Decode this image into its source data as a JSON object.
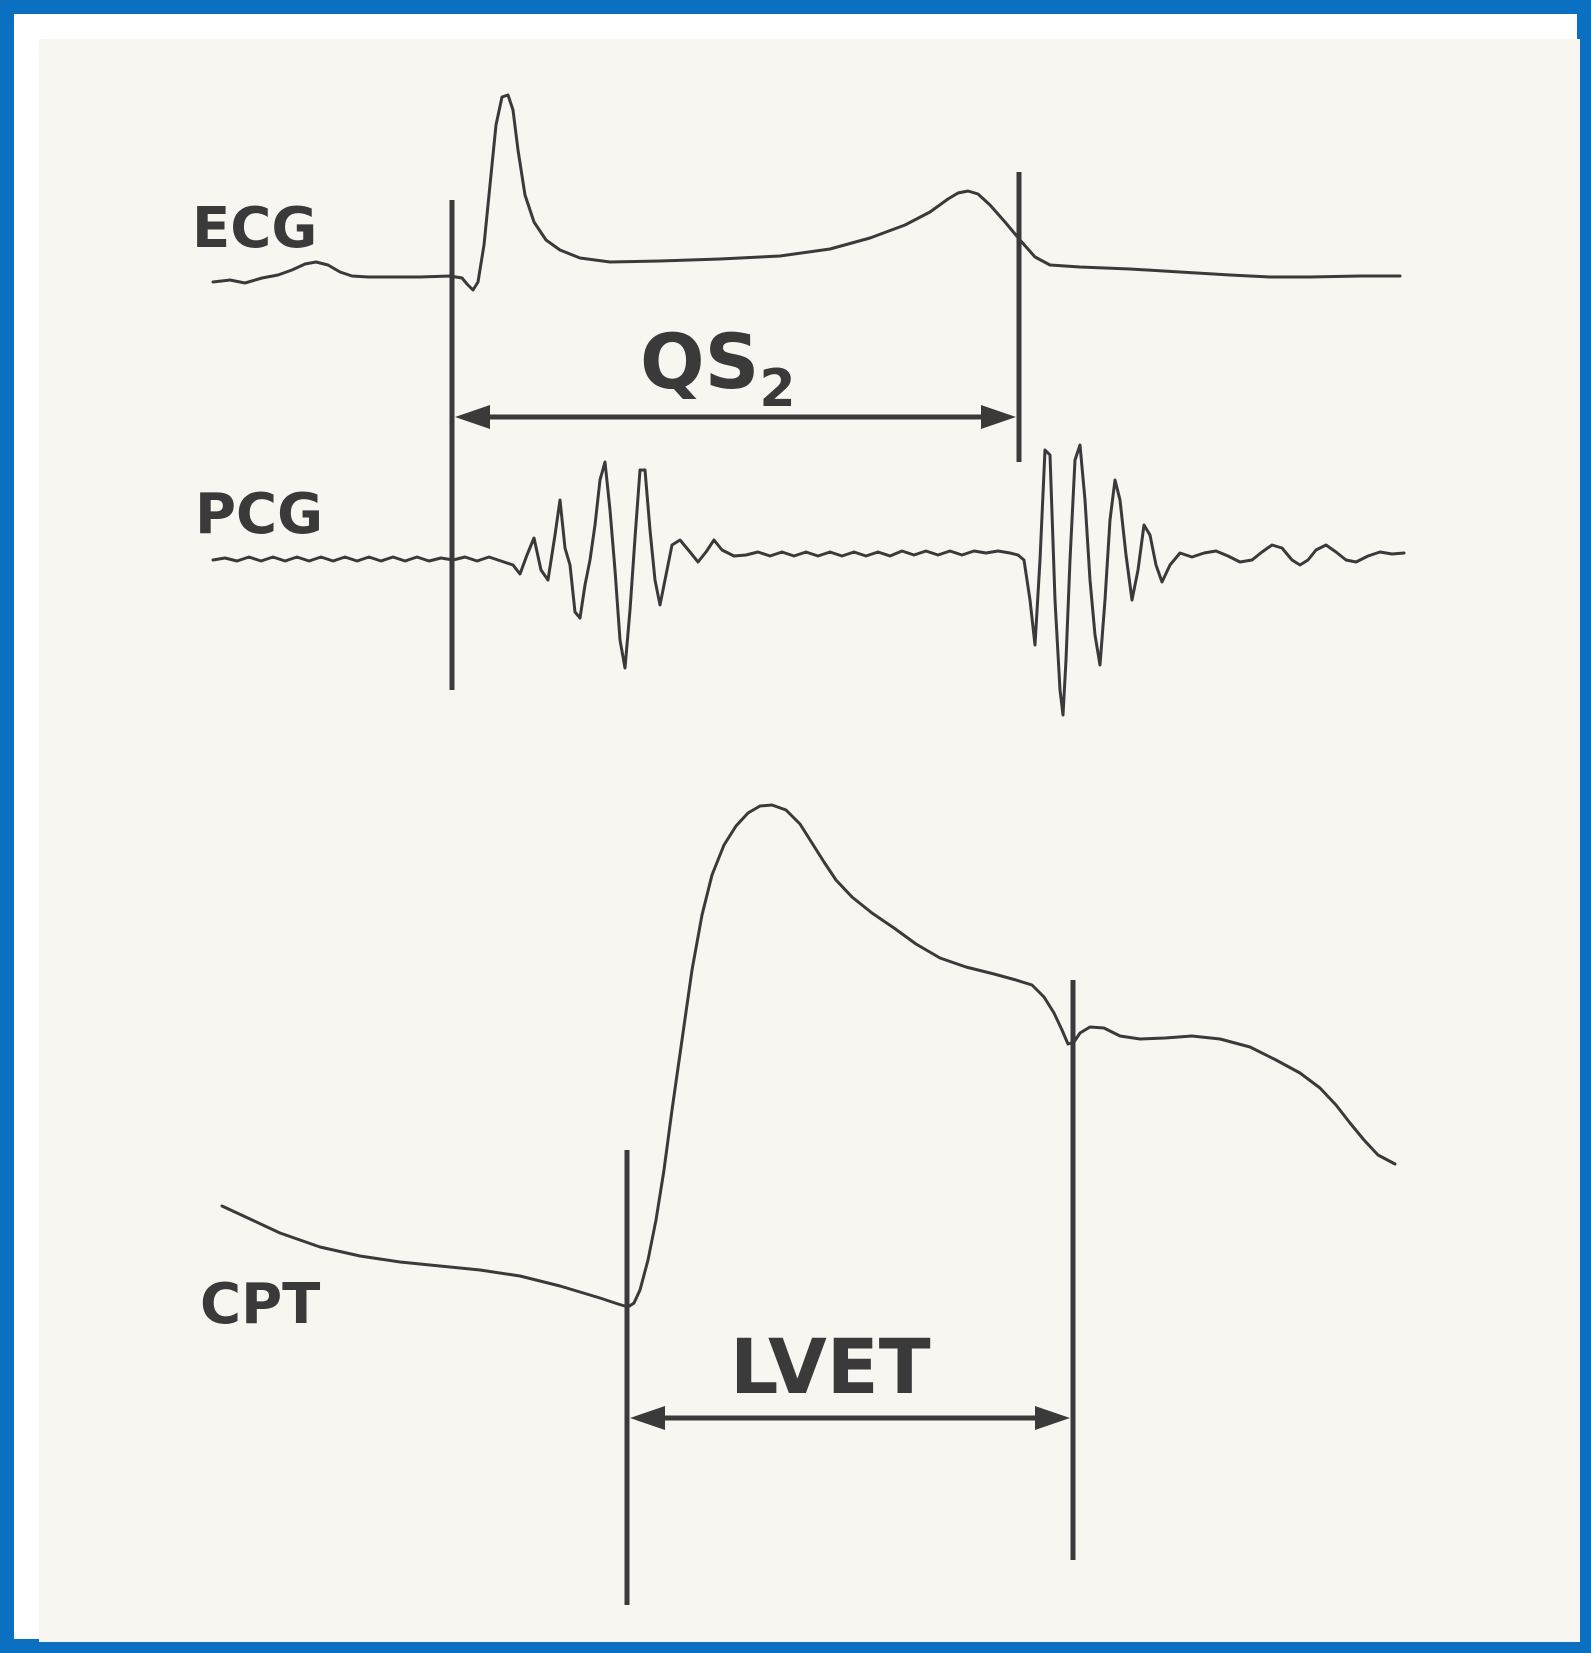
{
  "colors": {
    "frame": "#0b6fc2",
    "background": "#f8f6f1",
    "ink": "#3a3a3a"
  },
  "labels": {
    "ecg": "ECG",
    "pcg": "PCG",
    "cpt": "CPT",
    "qs2_main": "QS",
    "qs2_sub": "2",
    "lvet": "LVET"
  }
}
